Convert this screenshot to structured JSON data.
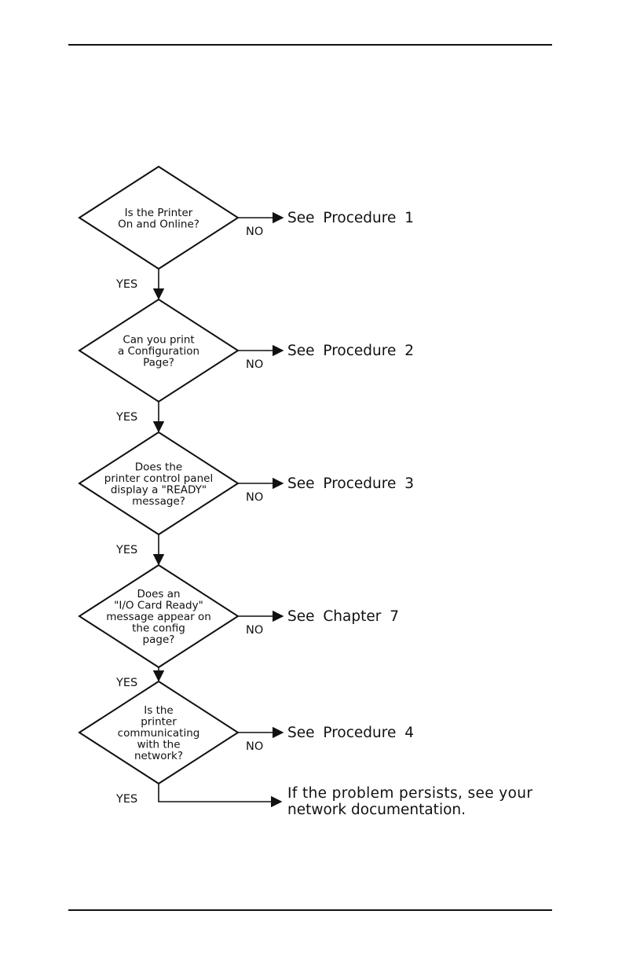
{
  "flowchart": {
    "steps": [
      {
        "question_lines": [
          "Is the Printer",
          "On and Online?"
        ],
        "no_label": "NO",
        "yes_label": "YES",
        "no_action": "See Procedure 1"
      },
      {
        "question_lines": [
          "Can you print",
          "a Configuration",
          "Page?"
        ],
        "no_label": "NO",
        "yes_label": "YES",
        "no_action": "See Procedure 2"
      },
      {
        "question_lines": [
          "Does the",
          "printer control panel",
          "display a \"READY\"",
          "message?"
        ],
        "no_label": "NO",
        "yes_label": "YES",
        "no_action": "See Procedure 3"
      },
      {
        "question_lines": [
          "Does an",
          "\"I/O Card Ready\"",
          "message appear on",
          "the config",
          "page?"
        ],
        "no_label": "NO",
        "yes_label": "YES",
        "no_action": "See Chapter 7"
      },
      {
        "question_lines": [
          "Is the",
          "printer",
          "communicating",
          "with the",
          "network?"
        ],
        "no_label": "NO",
        "yes_label": "YES",
        "no_action": "See Procedure 4"
      }
    ],
    "final_action_lines": [
      "If the problem persists, see your",
      "network documentation."
    ]
  }
}
